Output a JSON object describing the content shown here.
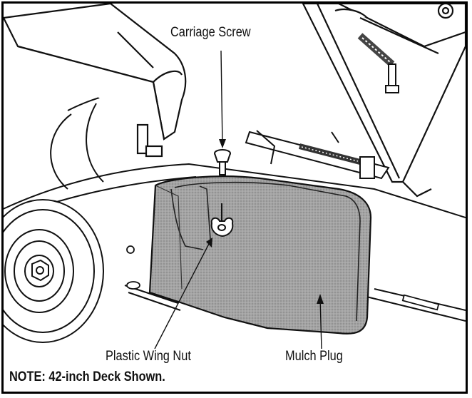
{
  "labels": {
    "carriage_screw": "Carriage Screw",
    "plastic_wing_nut": "Plastic Wing Nut",
    "mulch_plug": "Mulch Plug"
  },
  "note": "NOTE: 42-inch Deck Shown.",
  "colors": {
    "line": "#111111",
    "mulch_plug_fill": "#9a9a9a",
    "background": "#ffffff"
  }
}
